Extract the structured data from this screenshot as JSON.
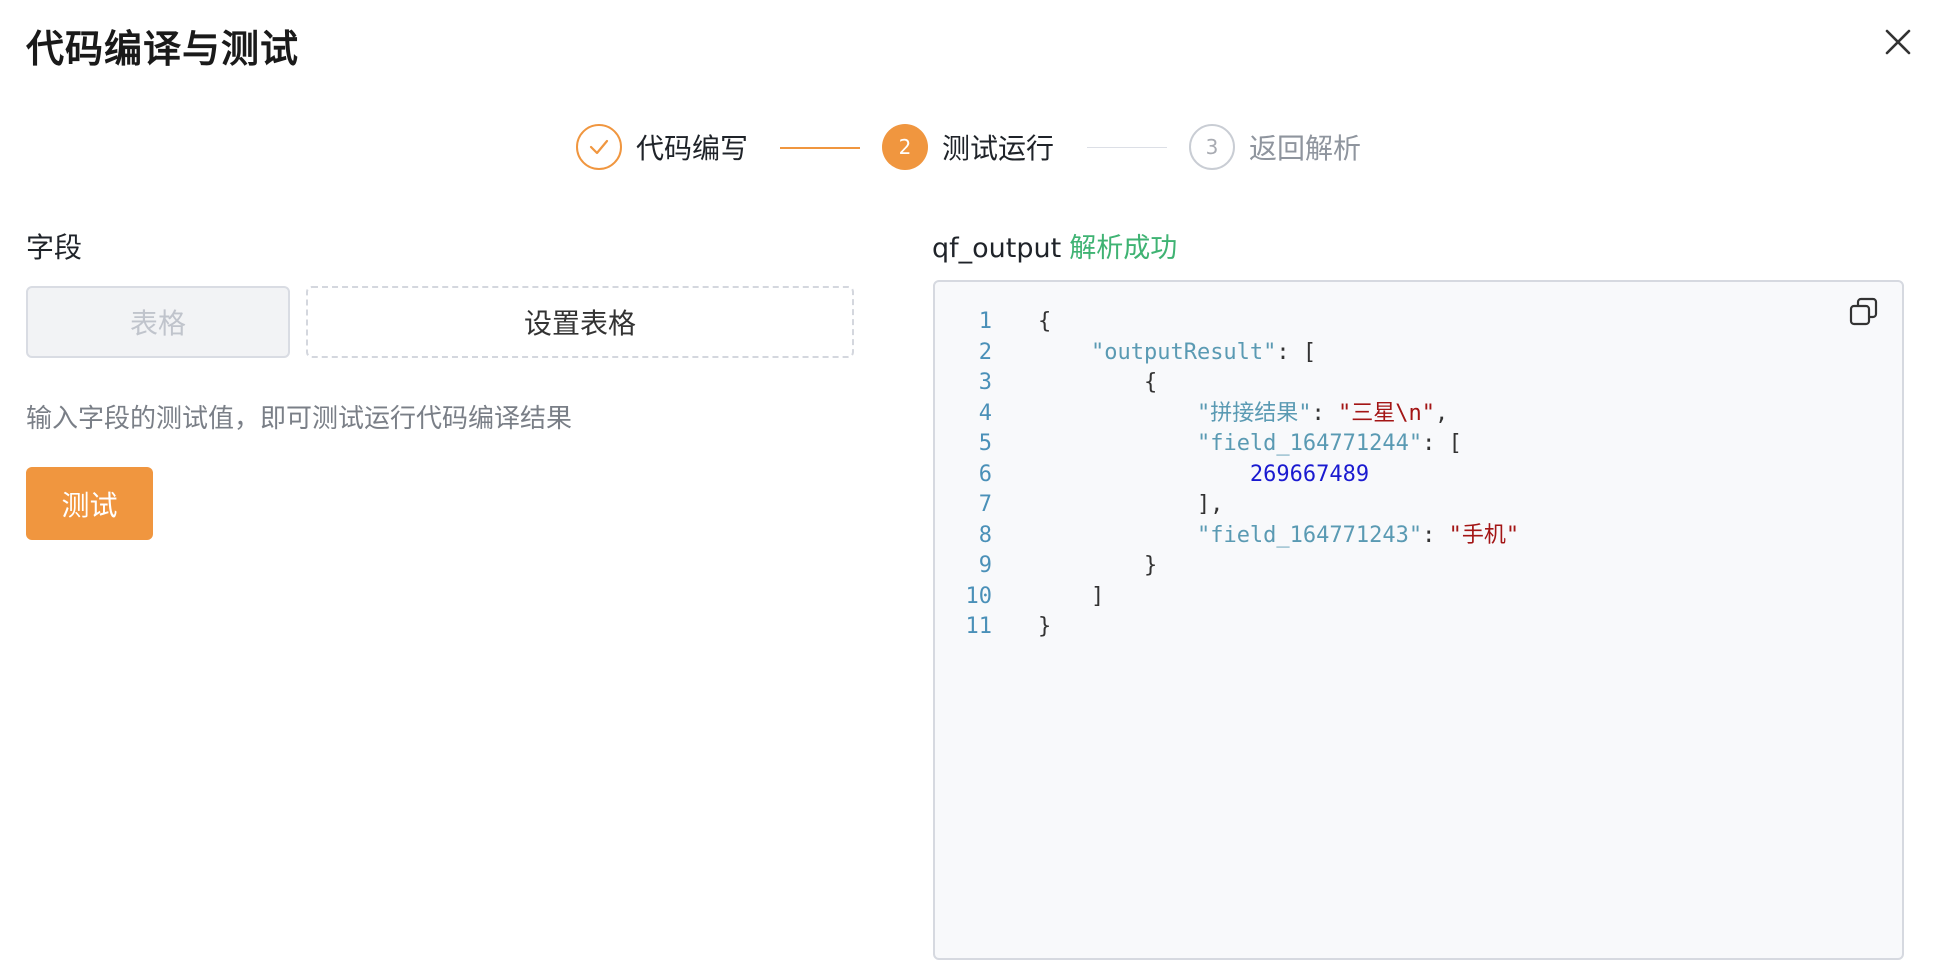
{
  "dialog": {
    "title": "代码编译与测试",
    "close_icon": "close-icon"
  },
  "steps": [
    {
      "index": "1",
      "label": "代码编写",
      "state": "done"
    },
    {
      "index": "2",
      "label": "测试运行",
      "state": "active"
    },
    {
      "index": "3",
      "label": "返回解析",
      "state": "pending"
    }
  ],
  "left": {
    "field_title": "字段",
    "table_button": "表格",
    "setup_button": "设置表格",
    "hint": "输入字段的测试值，即可测试运行代码编译结果",
    "test_button": "测试"
  },
  "right": {
    "output_name": "qf_output",
    "output_status": "解析成功",
    "copy_icon": "copy-icon",
    "lines": [
      {
        "n": "1",
        "parts": [
          [
            "p",
            "{"
          ]
        ]
      },
      {
        "n": "2",
        "parts": [
          [
            "p",
            "    "
          ],
          [
            "k",
            "\"outputResult\""
          ],
          [
            "p",
            ": ["
          ]
        ]
      },
      {
        "n": "3",
        "parts": [
          [
            "p",
            "        {"
          ]
        ]
      },
      {
        "n": "4",
        "parts": [
          [
            "p",
            "            "
          ],
          [
            "k",
            "\"拼接结果\""
          ],
          [
            "p",
            ": "
          ],
          [
            "s",
            "\"三星\\n\""
          ],
          [
            "p",
            ","
          ]
        ]
      },
      {
        "n": "5",
        "parts": [
          [
            "p",
            "            "
          ],
          [
            "k",
            "\"field_164771244\""
          ],
          [
            "p",
            ": ["
          ]
        ]
      },
      {
        "n": "6",
        "parts": [
          [
            "p",
            "                "
          ],
          [
            "n",
            "269667489"
          ]
        ]
      },
      {
        "n": "7",
        "parts": [
          [
            "p",
            "            ],"
          ]
        ]
      },
      {
        "n": "8",
        "parts": [
          [
            "p",
            "            "
          ],
          [
            "k",
            "\"field_164771243\""
          ],
          [
            "p",
            ": "
          ],
          [
            "s",
            "\"手机\""
          ]
        ]
      },
      {
        "n": "9",
        "parts": [
          [
            "p",
            "        }"
          ]
        ]
      },
      {
        "n": "10",
        "parts": [
          [
            "p",
            "    ]"
          ]
        ]
      },
      {
        "n": "11",
        "parts": [
          [
            "p",
            "}"
          ]
        ]
      }
    ]
  },
  "colors": {
    "accent": "#f0963f",
    "success": "#3fb373",
    "string": "#a31515",
    "number": "#1a1ad0",
    "key": "#5a9ab3"
  }
}
